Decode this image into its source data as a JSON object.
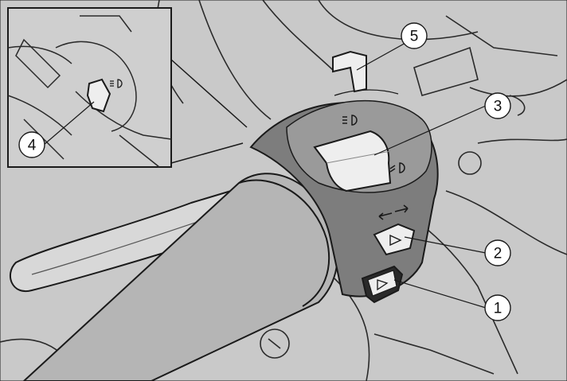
{
  "figure": {
    "background": "#c9c9c9",
    "ink": "#1a1a1a",
    "callouts": [
      "1",
      "2",
      "3",
      "4",
      "5"
    ]
  },
  "colors": {
    "switch_housing_top": "#9a9a9a",
    "switch_housing_dark": "#7d7d7d",
    "grip": "#b5b5b5",
    "button_light": "#eeeeee",
    "inset_background": "#cfcfcf"
  },
  "icons": {
    "headlight_high": "headlight-high-beam-icon",
    "headlight_low": "headlight-low-beam-icon",
    "turn_signal": "turn-signal-arrows-icon",
    "horn": "horn-icon"
  }
}
